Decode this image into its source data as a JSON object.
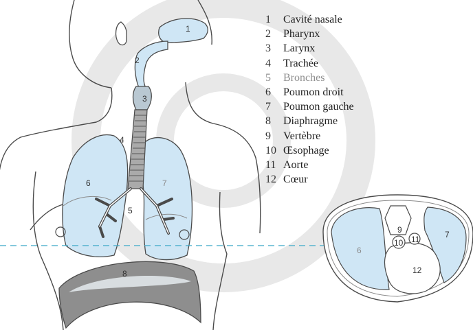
{
  "legend": [
    {
      "num": "1",
      "label": "Cavité nasale"
    },
    {
      "num": "2",
      "label": "Pharynx"
    },
    {
      "num": "3",
      "label": "Larynx"
    },
    {
      "num": "4",
      "label": "Trachée"
    },
    {
      "num": "5",
      "label": "Bronches"
    },
    {
      "num": "6",
      "label": "Poumon droit"
    },
    {
      "num": "7",
      "label": "Poumon gauche"
    },
    {
      "num": "8",
      "label": "Diaphragme"
    },
    {
      "num": "9",
      "label": "Vertèbre"
    },
    {
      "num": "10",
      "label": "Œsophage"
    },
    {
      "num": "11",
      "label": "Aorte"
    },
    {
      "num": "12",
      "label": "Cœur"
    }
  ],
  "figure_labels": {
    "n1": "1",
    "n2": "2",
    "n3": "3",
    "n4": "4",
    "n5": "5",
    "n6": "6",
    "n7": "7",
    "n8": "8",
    "n9": "9",
    "n10": "10",
    "n11": "11",
    "n12": "12"
  },
  "colors": {
    "lung_fill": "#cfe6f5",
    "outline": "#4a4a4a",
    "diaphragm_fill": "#8e8e8e",
    "section_line": "#3aa7c7",
    "watermark": "#e6e6e6"
  }
}
